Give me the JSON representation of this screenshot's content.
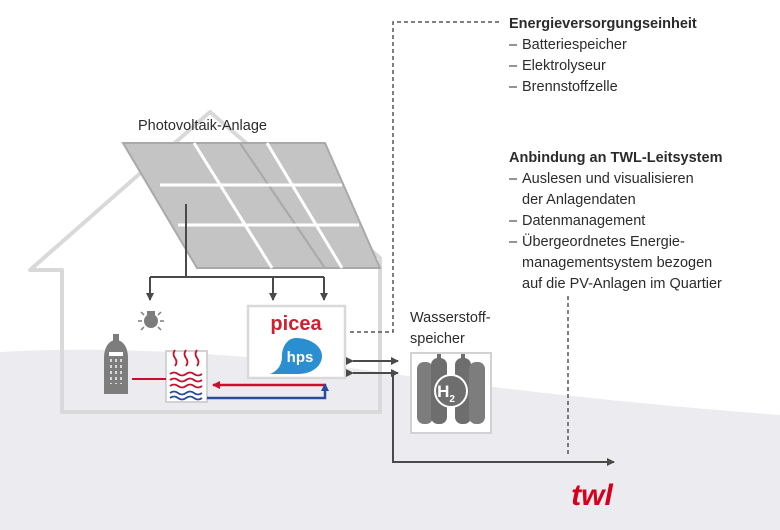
{
  "pv_label": "Photovoltaik-Anlage",
  "energy_unit": {
    "title": "Energieversorgungseinheit",
    "items": [
      "Batteriespeicher",
      "Elektrolyseur",
      "Brennstoffzelle"
    ]
  },
  "twl_connection": {
    "title": "Anbindung an TWL-Leitsystem",
    "items": [
      [
        "Auslesen und visualisieren",
        "der Anlagendaten"
      ],
      [
        "Datenmanagement"
      ],
      [
        "Übergeordnetes Energie-",
        "managementsystem bezogen",
        "auf die PV-Anlagen im Quartier"
      ]
    ]
  },
  "hydrogen_storage_label": [
    "Wasserstoff-",
    "speicher"
  ],
  "picea_logo": "picea",
  "hps_logo": "hps",
  "h2_symbol": "H",
  "h2_subscript": "2",
  "twl_logo": "twl",
  "colors": {
    "house_outline": "#d9d9d9",
    "ground": "#ececf0",
    "panel": "#c4c4c4",
    "panel_border": "#a9a9a9",
    "line_dark": "#4a4a4a",
    "dashed": "#555555",
    "hot_red": "#c8102e",
    "cold_blue": "#2a4a9a",
    "picea_red": "#cf2030",
    "hps_blue": "#2a8fd1",
    "icon_gray": "#7d7d7d",
    "twl_red": "#d6001c"
  },
  "icons": [
    "shower-icon",
    "heating-radiator-icon",
    "lightbulb-icon",
    "hydrogen-tank-icon"
  ]
}
